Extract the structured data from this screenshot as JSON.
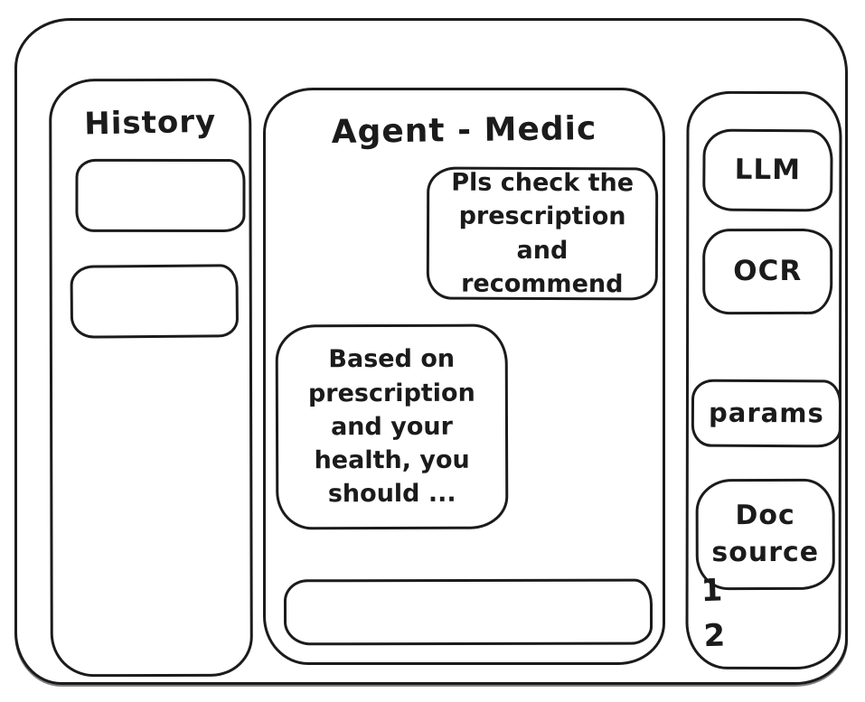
{
  "theme": {
    "ink_color": "#1b1b1b",
    "background_color": "#ffffff"
  },
  "left_sidebar": {
    "title": "History",
    "items": [
      {
        "label": ""
      },
      {
        "label": ""
      }
    ]
  },
  "chat_panel": {
    "title": "Agent - Medic",
    "messages": [
      {
        "role": "user",
        "text": "Pls check the prescription and recommend"
      },
      {
        "role": "assistant",
        "text": "Based on prescription and your health, you should ..."
      }
    ],
    "input": {
      "value": "",
      "placeholder": ""
    }
  },
  "right_sidebar": {
    "tools": [
      {
        "label": "LLM"
      },
      {
        "label": "OCR"
      },
      {
        "label": "params"
      },
      {
        "label": "Doc source"
      }
    ],
    "doc_source_items": [
      {
        "label": "1"
      },
      {
        "label": "2"
      }
    ]
  }
}
